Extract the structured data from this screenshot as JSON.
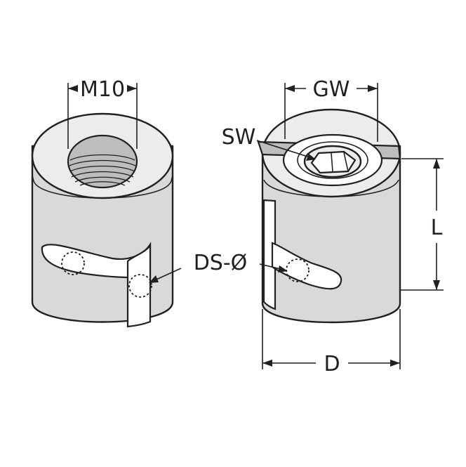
{
  "diagram": {
    "labels": {
      "m10": "M10",
      "gw": "GW",
      "sw": "SW",
      "l": "L",
      "ds": "DS-Ø",
      "d": "D"
    },
    "colors": {
      "ink": "#231f20",
      "body_fill": "#d9d9d9",
      "top_fill": "#ececec",
      "background": "#ffffff"
    }
  }
}
